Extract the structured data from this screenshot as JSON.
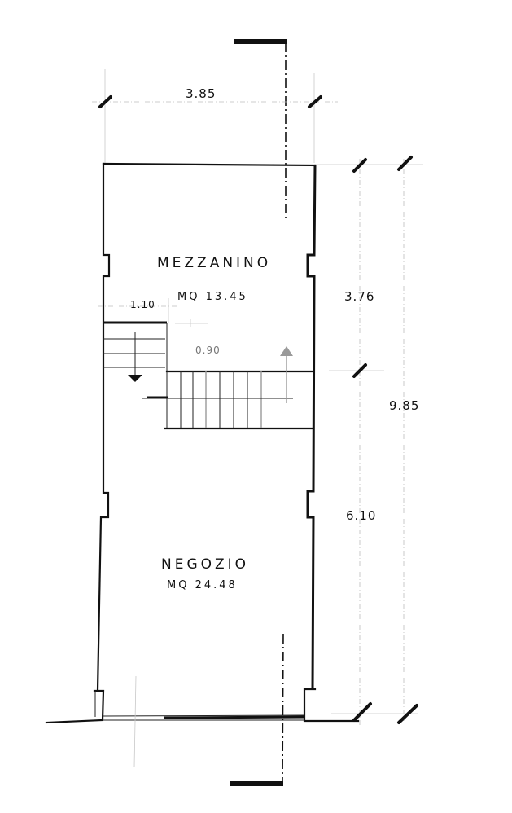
{
  "drawing": {
    "type": "architectural floor plan",
    "background": "#ffffff",
    "ink_color": "#111111"
  },
  "rooms": [
    {
      "name": "MEZZANINO",
      "area_label": "MQ 13.45"
    },
    {
      "name": "NEGOZIO",
      "area_label": "MQ 24.48"
    }
  ],
  "dimensions": {
    "width_top": "3.85",
    "mezzanine_depth": "3.76",
    "shop_depth": "6.10",
    "total_depth": "9.85",
    "stair_width": "1.10",
    "landing": "0.90"
  },
  "symbols": {
    "stair_down_arrow": "arrow-down",
    "stair_up_arrow": "arrow-up",
    "section_line": "dash-dot axis"
  }
}
